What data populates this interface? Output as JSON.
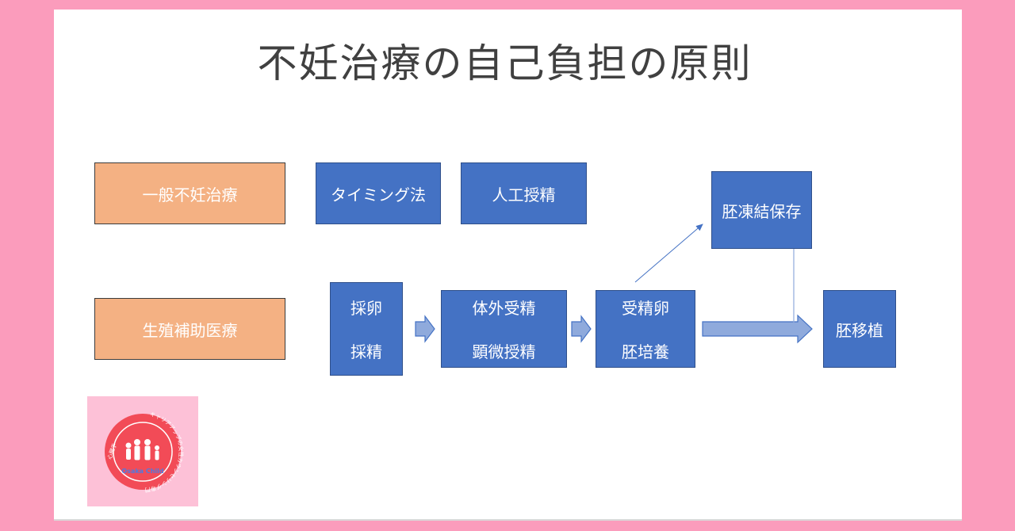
{
  "title": "不妊治療の自己負担の原則",
  "categories": {
    "general": "一般不妊治療",
    "art": "生殖補助医療"
  },
  "general_steps": {
    "timing": "タイミング法",
    "ai": "人工授精"
  },
  "art_steps": {
    "retrieval": [
      "採卵",
      "採精"
    ],
    "fertilization": [
      "体外受精",
      "顕微授精"
    ],
    "culture": [
      "受精卵",
      "胚培養"
    ],
    "freezing": "胚凍結保存",
    "transfer": "胚移植"
  },
  "logo": {
    "ring_text": "キャリアアップの女性カウンセリング専門",
    "side_text": "心臓手",
    "bottom_text": "Osaka Child"
  },
  "colors": {
    "frame": "#fb9cbc",
    "category": "#f4b183",
    "step": "#4472c4",
    "logo_circle": "#f24b57"
  }
}
